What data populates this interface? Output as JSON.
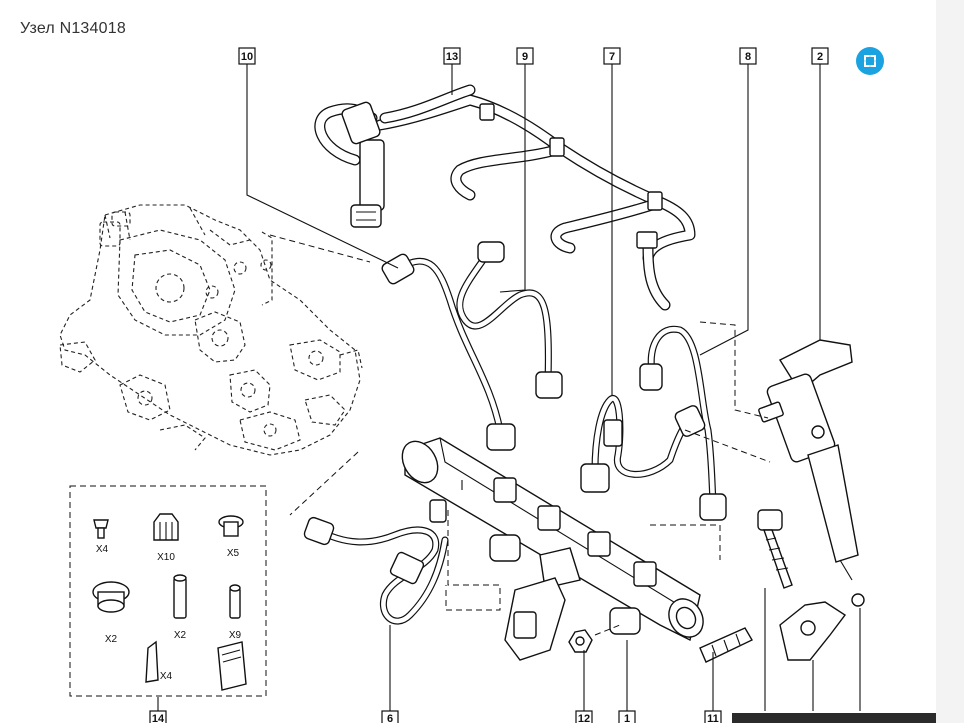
{
  "header": {
    "title": "Узел N134018"
  },
  "toolbar": {
    "expand_icon": "expand-icon"
  },
  "callouts": {
    "c10": "10",
    "c13": "13",
    "c9": "9",
    "c7": "7",
    "c8": "8",
    "c2": "2",
    "c14": "14",
    "c6": "6",
    "c12": "12",
    "c1": "1",
    "c11": "11"
  },
  "kit": {
    "q1": "X4",
    "q2": "X10",
    "q3": "X5",
    "q4": "X2",
    "q5": "X2",
    "q6": "X9",
    "q7": "X4"
  },
  "colors": {
    "accent": "#1aa3e0",
    "line": "#111111"
  }
}
